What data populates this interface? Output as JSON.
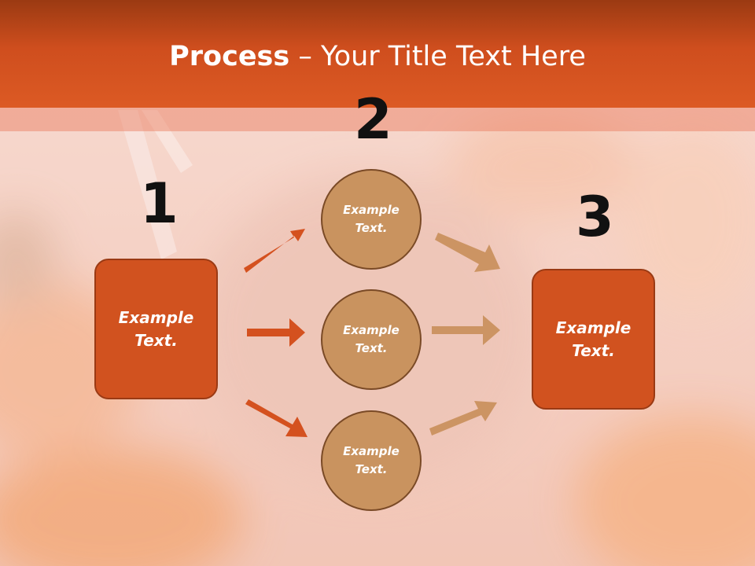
{
  "title": {
    "bold": "Process",
    "rest": " – Your Title Text Here"
  },
  "steps": [
    {
      "number": "1",
      "box_text": "Example Text."
    },
    {
      "number": "2",
      "circles": [
        "Example Text.",
        "Example Text.",
        "Example Text."
      ]
    },
    {
      "number": "3",
      "box_text": "Example Text."
    }
  ],
  "colors": {
    "header": "#d1521f",
    "box": "#d1521f",
    "circle": "#c9935f",
    "arrow_left": "#d4511f",
    "arrow_right": "#cc9463"
  }
}
